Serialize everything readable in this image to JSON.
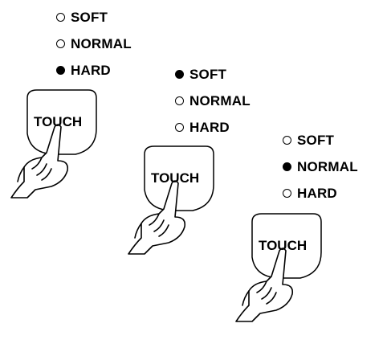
{
  "panels": [
    {
      "options": [
        {
          "label": "SOFT",
          "selected": false
        },
        {
          "label": "NORMAL",
          "selected": false
        },
        {
          "label": "HARD",
          "selected": true
        }
      ],
      "button_label": "TOUCH"
    },
    {
      "options": [
        {
          "label": "SOFT",
          "selected": true
        },
        {
          "label": "NORMAL",
          "selected": false
        },
        {
          "label": "HARD",
          "selected": false
        }
      ],
      "button_label": "TOUCH"
    },
    {
      "options": [
        {
          "label": "SOFT",
          "selected": false
        },
        {
          "label": "NORMAL",
          "selected": true
        },
        {
          "label": "HARD",
          "selected": false
        }
      ],
      "button_label": "TOUCH"
    }
  ],
  "colors": {
    "ink": "#000000",
    "background": "#ffffff"
  }
}
